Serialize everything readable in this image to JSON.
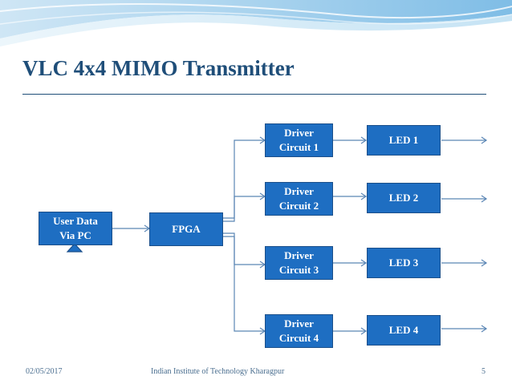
{
  "slide": {
    "title": "VLC 4x4 MIMO Transmitter",
    "colors": {
      "title": "#1F4E79",
      "box_fill": "#1E6EC2",
      "box_border": "#1B4F8A",
      "wire": "#5B86B5"
    }
  },
  "diagram": {
    "source": {
      "line1": "User Data",
      "line2": "Via PC"
    },
    "fpga": {
      "label": "FPGA"
    },
    "drivers": [
      {
        "line1": "Driver",
        "line2": "Circuit 1"
      },
      {
        "line1": "Driver",
        "line2": "Circuit 2"
      },
      {
        "line1": "Driver",
        "line2": "Circuit 3"
      },
      {
        "line1": "Driver",
        "line2": "Circuit 4"
      }
    ],
    "leds": [
      {
        "label": "LED 1"
      },
      {
        "label": "LED 2"
      },
      {
        "label": "LED 3"
      },
      {
        "label": "LED 4"
      }
    ]
  },
  "footer": {
    "date": "02/05/2017",
    "institution": "Indian Institute of Technology Kharagpur",
    "page_number": "5"
  }
}
